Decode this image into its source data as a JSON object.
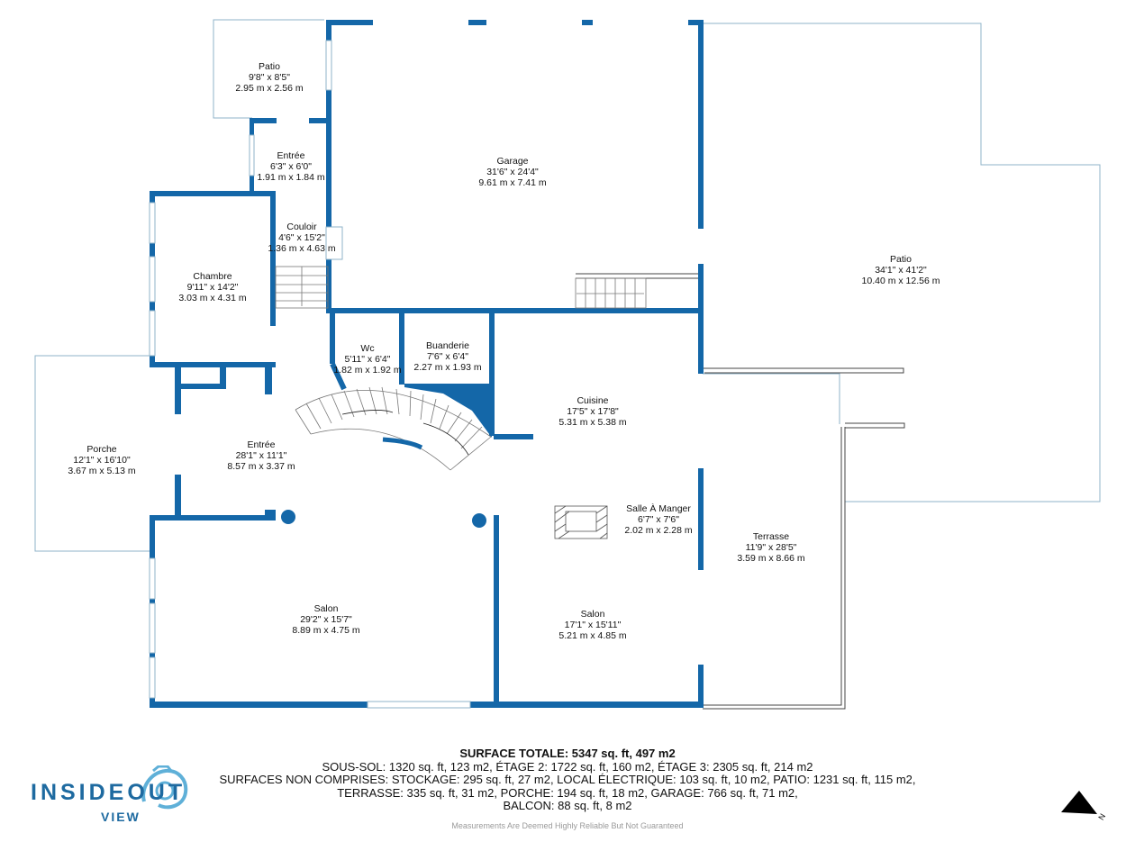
{
  "rooms": [
    {
      "name": "Patio",
      "imperial": "9'8\" x 8'5\"",
      "metric": "2.95 m x 2.56 m"
    },
    {
      "name": "Garage",
      "imperial": "31'6\" x 24'4\"",
      "metric": "9.61 m x 7.41 m"
    },
    {
      "name": "Entrée",
      "imperial": "6'3\" x 6'0\"",
      "metric": "1.91 m x 1.84 m"
    },
    {
      "name": "Couloir",
      "imperial": "4'6\" x 15'2\"",
      "metric": "1.36 m x 4.63 m"
    },
    {
      "name": "Chambre",
      "imperial": "9'11\" x 14'2\"",
      "metric": "3.03 m x 4.31 m"
    },
    {
      "name": "Wc",
      "imperial": "5'11\" x 6'4\"",
      "metric": "1.82 m x 1.92 m"
    },
    {
      "name": "Buanderie",
      "imperial": "7'6\" x 6'4\"",
      "metric": "2.27 m x 1.93 m"
    },
    {
      "name": "Cuisine",
      "imperial": "17'5\" x 17'8\"",
      "metric": "5.31 m x 5.38 m"
    },
    {
      "name": "Patio",
      "imperial": "34'1\" x 41'2\"",
      "metric": "10.40 m x 12.56 m"
    },
    {
      "name": "Porche",
      "imperial": "12'1\" x 16'10\"",
      "metric": "3.67 m x 5.13 m"
    },
    {
      "name": "Entrée",
      "imperial": "28'1\" x 11'1\"",
      "metric": "8.57 m x 3.37 m"
    },
    {
      "name": "Salle À Manger",
      "imperial": "6'7\" x 7'6\"",
      "metric": "2.02 m x 2.28 m"
    },
    {
      "name": "Terrasse",
      "imperial": "11'9\" x 28'5\"",
      "metric": "3.59 m x 8.66 m"
    },
    {
      "name": "Salon",
      "imperial": "29'2\" x 15'7\"",
      "metric": "8.89 m x 4.75 m"
    },
    {
      "name": "Salon",
      "imperial": "17'1\" x 15'11\"",
      "metric": "5.21 m x 4.85 m"
    }
  ],
  "summary": {
    "title": "SURFACE TOTALE: 5347 sq. ft, 497 m2",
    "lines": [
      "SOUS-SOL: 1320 sq. ft, 123 m2, ÉTAGE 2: 1722 sq. ft, 160 m2, ÉTAGE 3: 2305 sq. ft, 214 m2",
      "SURFACES NON COMPRISES: STOCKAGE: 295 sq. ft, 27 m2, LOCAL ÉLECTRIQUE: 103 sq. ft, 10 m2, PATIO: 1231 sq. ft, 115 m2,",
      "TERRASSE: 335 sq. ft, 31 m2, PORCHE: 194 sq. ft, 18 m2, GARAGE: 766 sq. ft, 71 m2,",
      "BALCON: 88 sq. ft, 8 m2"
    ]
  },
  "disclaimer": "Measurements Are Deemed Highly Reliable But Not Guaranteed",
  "logo": {
    "word1": "INSIDEOUT",
    "word2": "VIEW"
  },
  "compass": {
    "label": "N"
  },
  "colors": {
    "wall": "#1467a8",
    "outline": "#8fb3c9",
    "logo": "#1e6aa0",
    "text": "#111111"
  }
}
